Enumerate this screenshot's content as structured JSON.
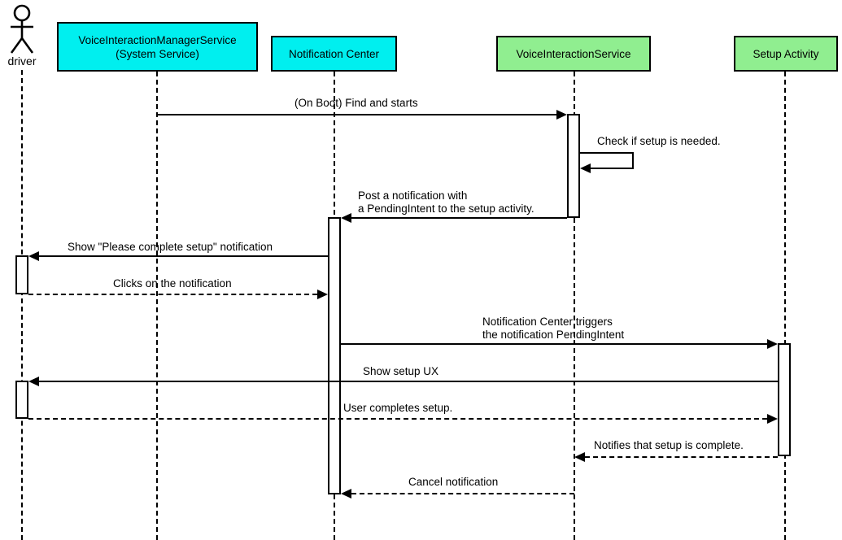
{
  "diagram": {
    "type": "uml-sequence-diagram",
    "colors": {
      "system_box": "#00efef",
      "service_box": "#90ee90",
      "line": "#000000",
      "background": "#ffffff"
    },
    "participants": [
      {
        "id": "driver",
        "kind": "actor",
        "label": "driver"
      },
      {
        "id": "vims",
        "kind": "system",
        "label": "VoiceInteractionManagerService\n(System Service)"
      },
      {
        "id": "nc",
        "kind": "system",
        "label": "Notification Center"
      },
      {
        "id": "vis",
        "kind": "service",
        "label": "VoiceInteractionService"
      },
      {
        "id": "sa",
        "kind": "service",
        "label": "Setup Activity"
      }
    ],
    "messages": [
      {
        "from": "vims",
        "to": "vis",
        "style": "solid",
        "label": "(On Boot) Find and starts"
      },
      {
        "from": "vis",
        "to": "vis",
        "style": "solid-self",
        "label": "Check if setup is needed."
      },
      {
        "from": "vis",
        "to": "nc",
        "style": "solid",
        "label": "Post a notification with\na PendingIntent to the setup activity."
      },
      {
        "from": "nc",
        "to": "driver",
        "style": "solid",
        "label": "Show \"Please complete setup\" notification"
      },
      {
        "from": "driver",
        "to": "nc",
        "style": "dashed",
        "label": "Clicks on the notification"
      },
      {
        "from": "nc",
        "to": "sa",
        "style": "solid",
        "label": "Notification Center triggers\nthe notification PendingIntent"
      },
      {
        "from": "sa",
        "to": "driver",
        "style": "solid",
        "label": "Show setup UX"
      },
      {
        "from": "driver",
        "to": "sa",
        "style": "dashed",
        "label": "User completes setup."
      },
      {
        "from": "sa",
        "to": "vis",
        "style": "dashed",
        "label": "Notifies that setup is complete."
      },
      {
        "from": "vis",
        "to": "nc",
        "style": "dashed",
        "label": "Cancel notification"
      }
    ]
  }
}
